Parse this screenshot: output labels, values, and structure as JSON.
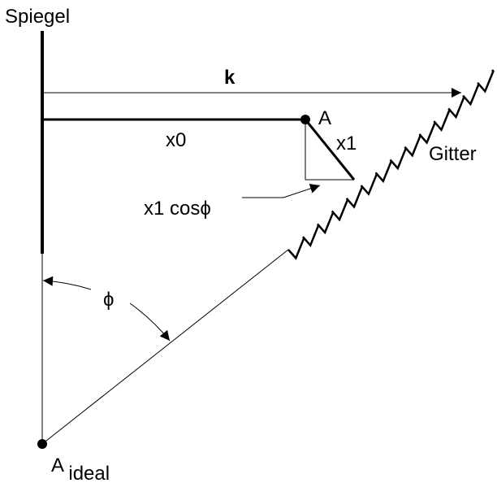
{
  "labels": {
    "mirror": "Spiegel",
    "wave_vector": "k",
    "point_a": "A",
    "x0": "x0",
    "x1": "x1",
    "grating": "Gitter",
    "projection": "x1 cosϕ",
    "angle": "ϕ",
    "point_ideal_base": "A",
    "point_ideal_sub": "ideal"
  }
}
